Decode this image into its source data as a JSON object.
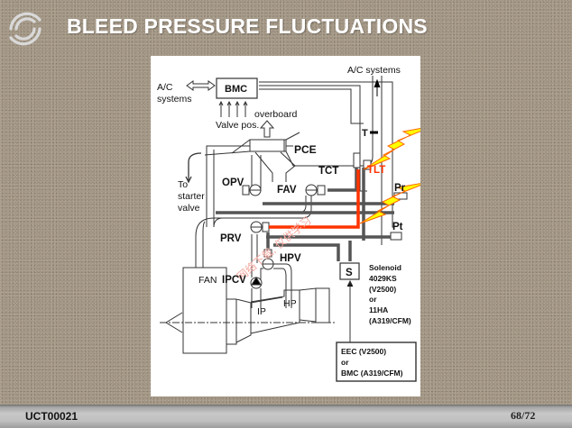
{
  "slide": {
    "title": "BLEED PRESSURE FLUCTUATIONS",
    "logo_icon": "company-swirl-logo-icon"
  },
  "diagram": {
    "labels": {
      "ac_systems_left": "A/C",
      "ac_systems_left_2": "systems",
      "bmc": "BMC",
      "valve_pos": "Valve pos.",
      "ac_systems_top": "A/C systems",
      "overboard": "overboard",
      "t": "T",
      "pce": "PCE",
      "tct": "TCT",
      "tlt": "TLT",
      "opv": "OPV",
      "to_starter_1": "To",
      "to_starter_2": "starter",
      "to_starter_3": "valve",
      "fav": "FAV",
      "pr": "Pr",
      "pt": "Pt",
      "prv": "PRV",
      "hpv": "HPV",
      "fan": "FAN",
      "ipcv": "IPCV",
      "ip": "IP",
      "hp": "HP",
      "s": "S",
      "solenoid_1": "Solenoid",
      "solenoid_2": "4029KS",
      "solenoid_3": "(V2500)",
      "solenoid_4": "or",
      "solenoid_5": "11HA",
      "solenoid_6": "(A319/CFM)",
      "eec_1": "EEC (V2500)",
      "eec_2": "or",
      "eec_3": "BMC (A319/CFM)",
      "watermark": "网络下载, 仅供学习"
    },
    "colors": {
      "highlight_line": "#ff3300",
      "highlight_text": "#ff3300",
      "lightning_fill": "#ffff00",
      "lightning_stroke": "#ff6600",
      "signal_line": "#444444"
    }
  },
  "footer": {
    "doc_id": "UCT00021",
    "page": "68/72"
  }
}
